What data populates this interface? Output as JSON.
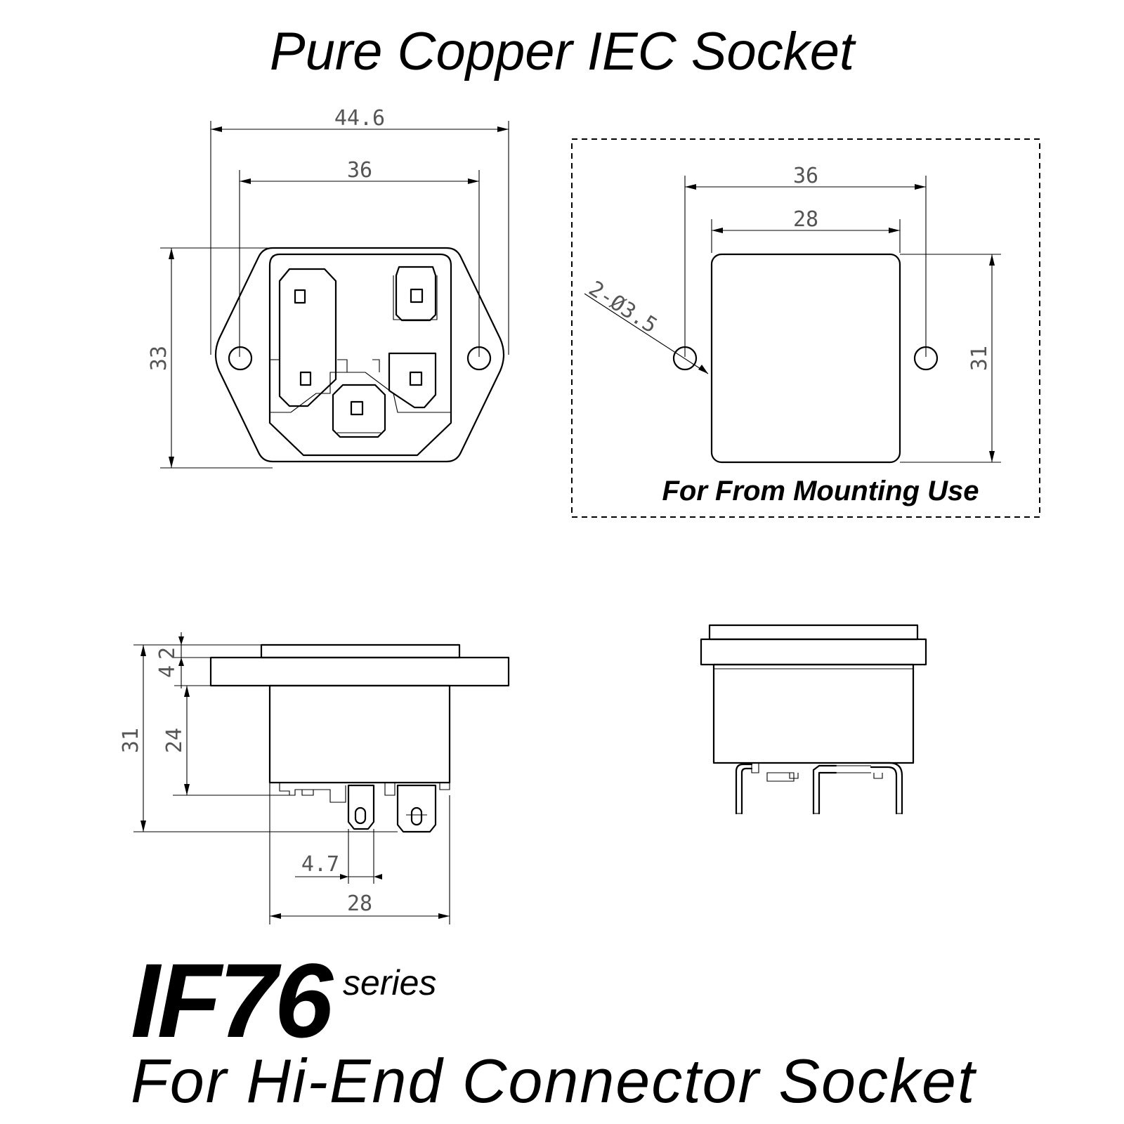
{
  "title": "Pure Copper IEC Socket",
  "model": "IF76",
  "series_label": "series",
  "subtitle": "For Hi-End Connector Socket",
  "front_view": {
    "dim_overall_width": "44.6",
    "dim_hole_spacing": "36",
    "dim_height": "33"
  },
  "cutout_view": {
    "dim_hole_spacing": "36",
    "dim_cutout_width": "28",
    "dim_cutout_height": "31",
    "dim_holes": "2-Ø3.5",
    "note": "For From Mounting Use"
  },
  "side_view": {
    "dim_top_4": "4",
    "dim_top_2": "2",
    "dim_body_depth": "24",
    "dim_total_depth": "31",
    "dim_pin_spacing": "4.7",
    "dim_body_width": "28"
  }
}
